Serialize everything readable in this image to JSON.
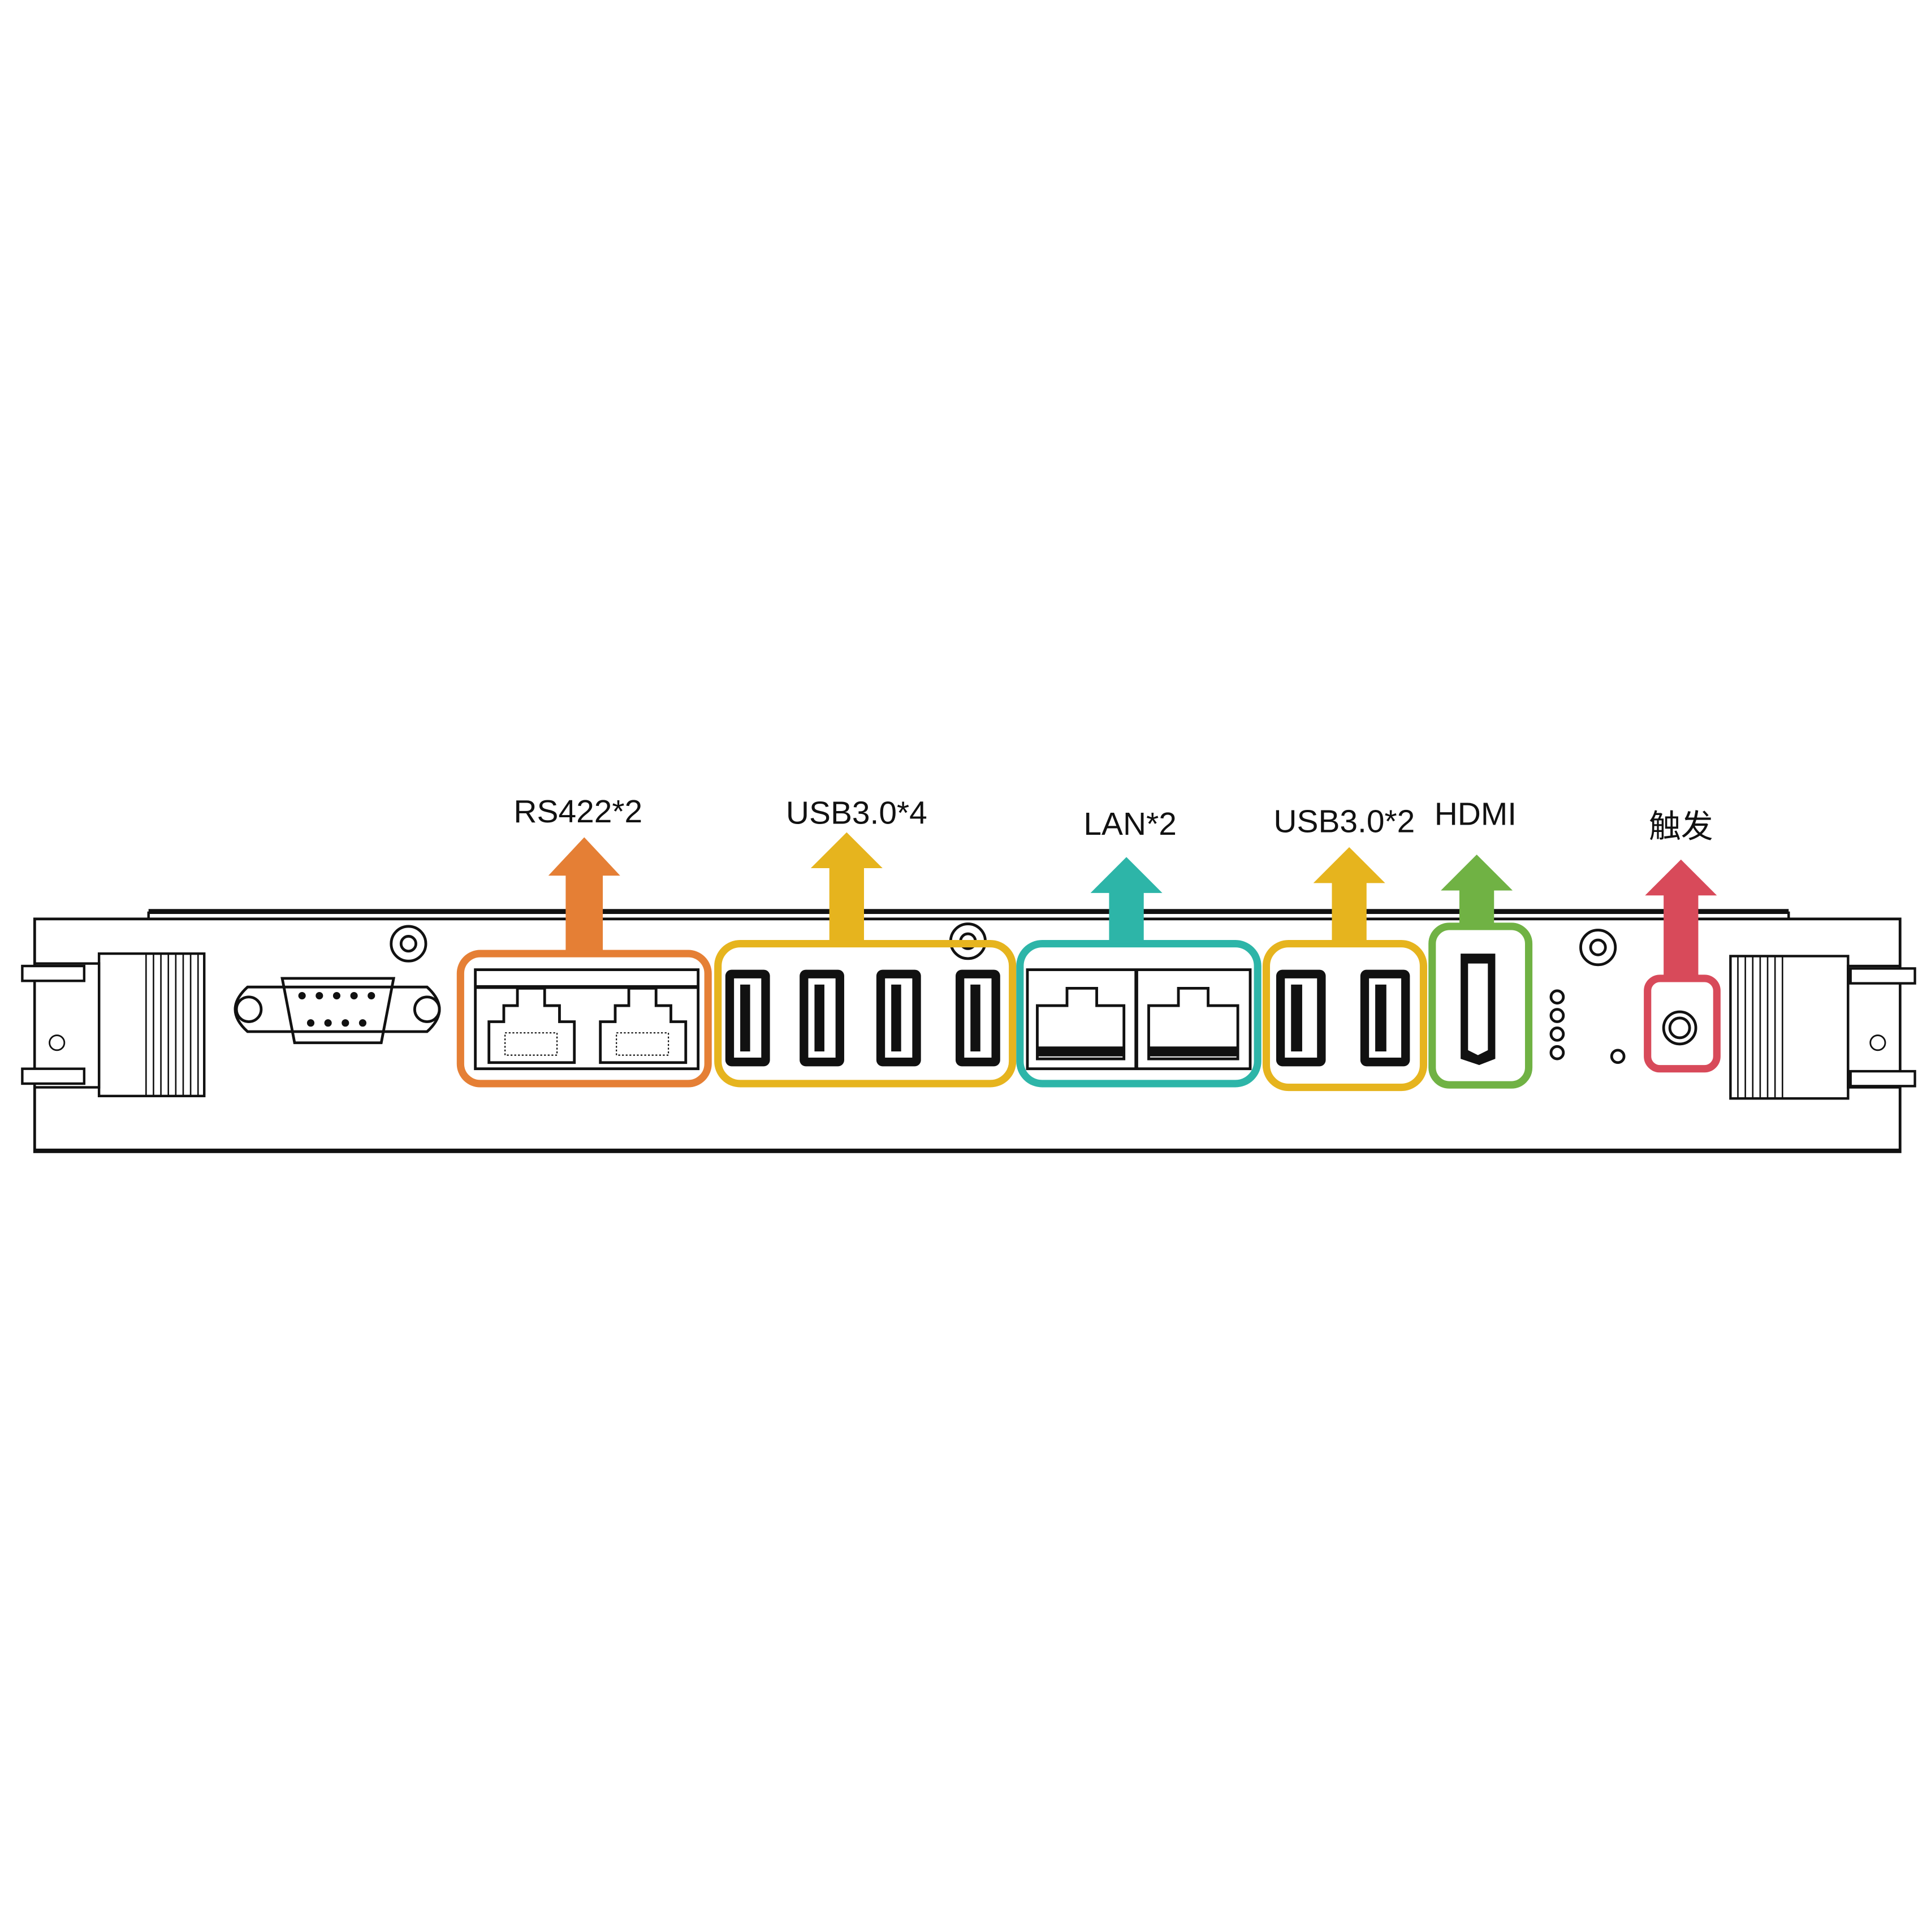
{
  "labels": {
    "rs422": "RS422*2",
    "usb_a": "USB3.0*4",
    "lan": "LAN*2",
    "usb_b": "USB3.0*2",
    "hdmi": "HDMI",
    "trigger": "触发"
  },
  "colors": {
    "rs422": "#e57f35",
    "usb": "#e6b41e",
    "lan": "#2db5a8",
    "hdmi": "#70b244",
    "trigger": "#d84a5a"
  }
}
